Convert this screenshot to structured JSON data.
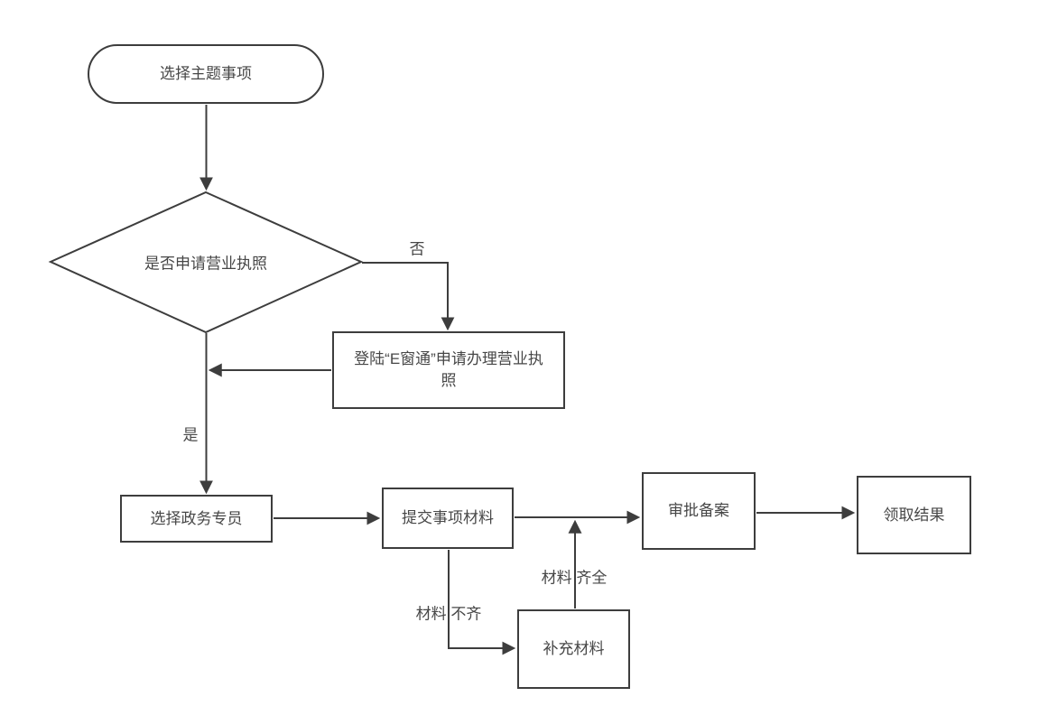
{
  "diagram": {
    "type": "flowchart",
    "colors": {
      "background": "#ffffff",
      "stroke": "#3d3d3d",
      "text": "#474747"
    },
    "nodes": [
      {
        "id": "start",
        "shape": "terminator",
        "label": "选择主题事项"
      },
      {
        "id": "decision",
        "shape": "decision",
        "label": "是否申请营业执照"
      },
      {
        "id": "login-ewindow",
        "shape": "process",
        "label": "登陆“E窗通”申请办理营业执照"
      },
      {
        "id": "choose-specialist",
        "shape": "process",
        "label": "选择政务专员"
      },
      {
        "id": "submit-materials",
        "shape": "process",
        "label": "提交事项材料"
      },
      {
        "id": "supplement-materials",
        "shape": "process",
        "label": "补充材料"
      },
      {
        "id": "approval-filing",
        "shape": "process",
        "label": "审批备案"
      },
      {
        "id": "collect-result",
        "shape": "process",
        "label": "领取结果"
      }
    ],
    "edge_labels": {
      "no": "否",
      "yes": "是",
      "materials_complete": "材料 齐全",
      "materials_incomplete": "材料 不齐"
    }
  }
}
